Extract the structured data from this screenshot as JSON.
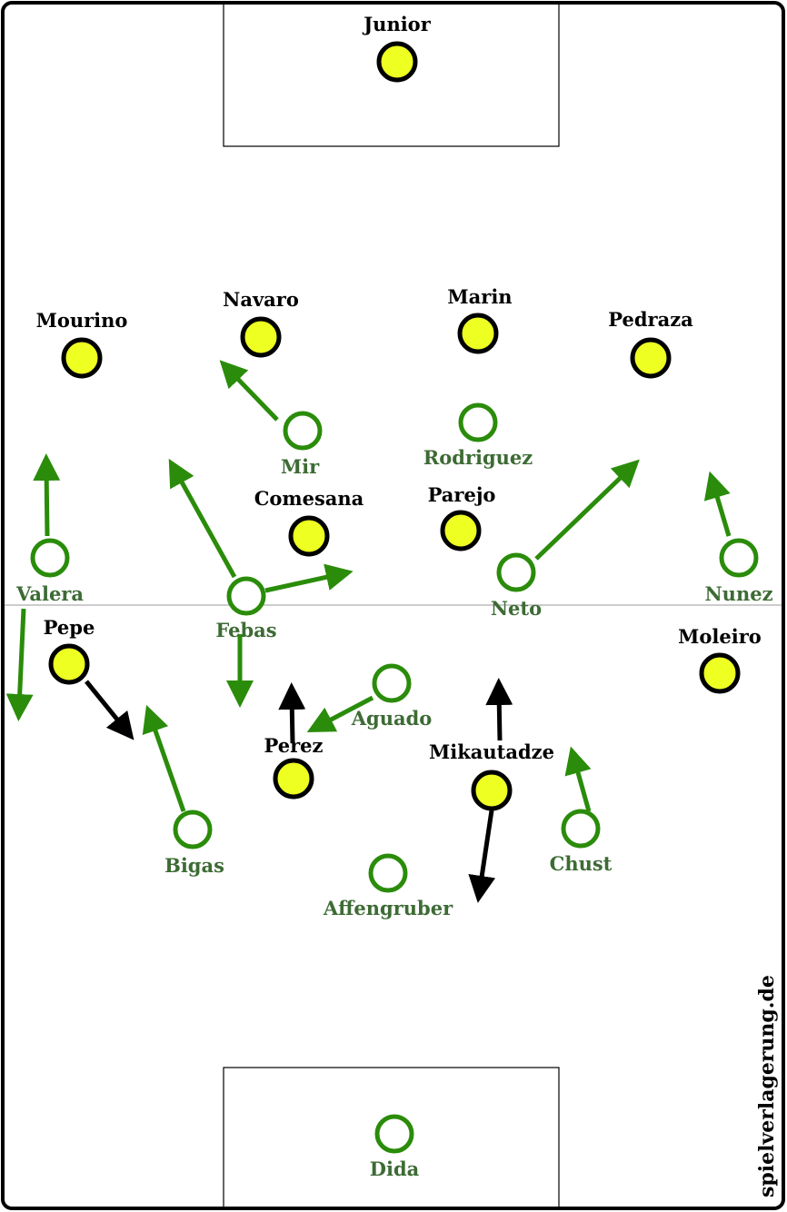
{
  "watermark": "spielverlagerung.de",
  "colors": {
    "home_fill": "#eeff22",
    "home_stroke": "#000000",
    "away_stroke": "#2a8c0a",
    "away_label": "#3d6b34",
    "line": "#000000",
    "halfway": "#bbbbbb"
  },
  "home_players": [
    "Junior",
    "Mourino",
    "Navaro",
    "Marin",
    "Pedraza",
    "Comesana",
    "Parejo",
    "Moleiro",
    "Pepe",
    "Perez",
    "Mikautadze"
  ],
  "away_players": [
    "Mir",
    "Rodriguez",
    "Valera",
    "Febas",
    "Neto",
    "Nunez",
    "Aguado",
    "Bigas",
    "Chust",
    "Affengruber",
    "Dida"
  ]
}
